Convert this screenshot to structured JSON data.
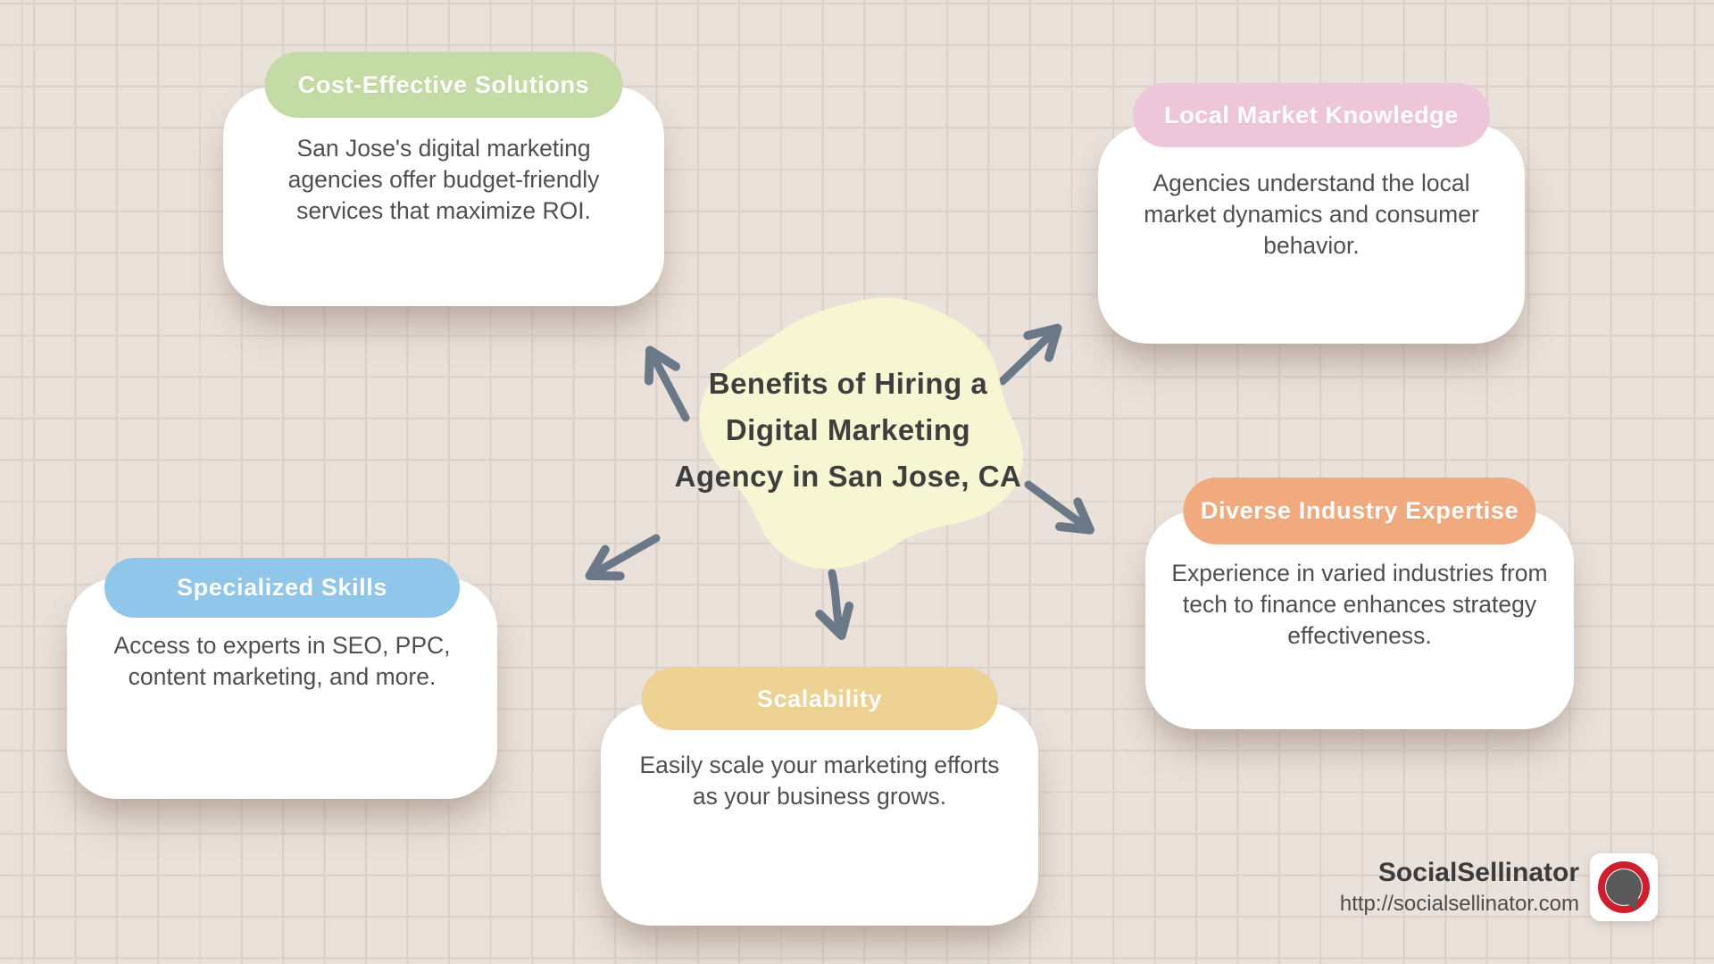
{
  "colors": {
    "bg": "#e9e1da",
    "grid-line": "#dbd1ca",
    "blob": "#f6f6d2",
    "arrow": "#6b7888",
    "logo-ring": "#cf1f2e",
    "logo-bubble": "#595959"
  },
  "center": {
    "title_lines": [
      "Benefits of Hiring a",
      "Digital Marketing",
      "Agency in San Jose, CA"
    ]
  },
  "cards": [
    {
      "title": "Cost-Effective Solutions",
      "body": "San Jose's digital marketing agencies offer budget-friendly services that maximize ROI.",
      "pill_color": "#c4dba5"
    },
    {
      "title": "Local Market Knowledge",
      "body": "Agencies understand the local market dynamics and consumer behavior.",
      "pill_color": "#eec6da"
    },
    {
      "title": "Specialized Skills",
      "body": "Access to experts in SEO, PPC, content marketing, and more.",
      "pill_color": "#8fc6e9"
    },
    {
      "title": "Scalability",
      "body": "Easily scale your marketing efforts as your business grows.",
      "pill_color": "#edd293"
    },
    {
      "title": "Diverse Industry Expertise",
      "body": "Experience in varied industries from tech to finance enhances strategy effectiveness.",
      "pill_color": "#f0aa7d"
    }
  ],
  "branding": {
    "name": "SocialSellinator",
    "url": "http://socialsellinator.com",
    "logo_icon": "speech-bubble-in-ring-icon"
  }
}
